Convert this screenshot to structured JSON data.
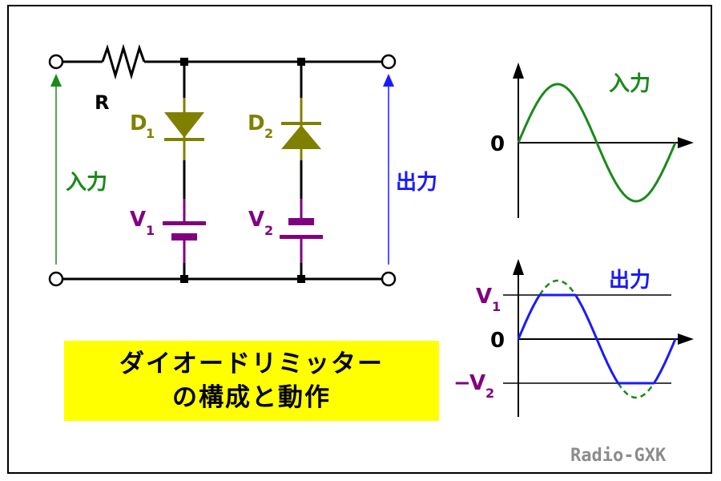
{
  "circuit": {
    "resistor_label": "R",
    "input_label": "入力",
    "output_label": "出力",
    "d1": {
      "letter": "D",
      "sub": "1"
    },
    "d2": {
      "letter": "D",
      "sub": "2"
    },
    "v1": {
      "letter": "V",
      "sub": "1"
    },
    "v2": {
      "letter": "V",
      "sub": "2"
    }
  },
  "input_graph": {
    "title": "入力",
    "zero": "0"
  },
  "output_graph": {
    "title": "出力",
    "zero": "0",
    "v1": {
      "letter": "V",
      "sub": "1"
    },
    "v2": {
      "prefix": "−",
      "letter": "V",
      "sub": "2"
    }
  },
  "title": {
    "line1": "ダイオードリミッター",
    "line2": "の構成と動作"
  },
  "credit": "Radio-GXK",
  "colors": {
    "input": "#1a8a1a",
    "output": "#1a1aff",
    "diode": "#808000",
    "battery": "#800080",
    "title_bg": "#ffff00",
    "credit": "#8c8c8c"
  }
}
